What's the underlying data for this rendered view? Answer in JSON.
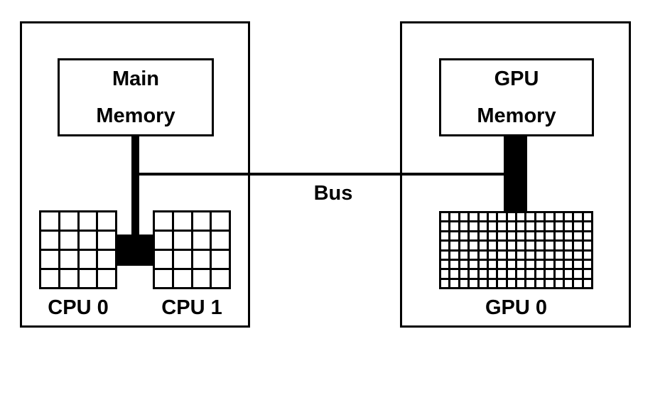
{
  "colors": {
    "line": "#000000",
    "fill": "#000000",
    "background": "#ffffff"
  },
  "bus": {
    "label": "Bus"
  },
  "cpu_node": {
    "memory": {
      "line1": "Main",
      "line2": "Memory"
    },
    "cores": [
      {
        "label": "CPU 0",
        "grid": {
          "rows": 4,
          "cols": 4
        }
      },
      {
        "label": "CPU 1",
        "grid": {
          "rows": 4,
          "cols": 4
        }
      }
    ]
  },
  "gpu_node": {
    "memory": {
      "line1": "GPU",
      "line2": "Memory"
    },
    "cores": [
      {
        "label": "GPU 0",
        "grid": {
          "rows": 8,
          "cols": 16
        }
      }
    ]
  }
}
